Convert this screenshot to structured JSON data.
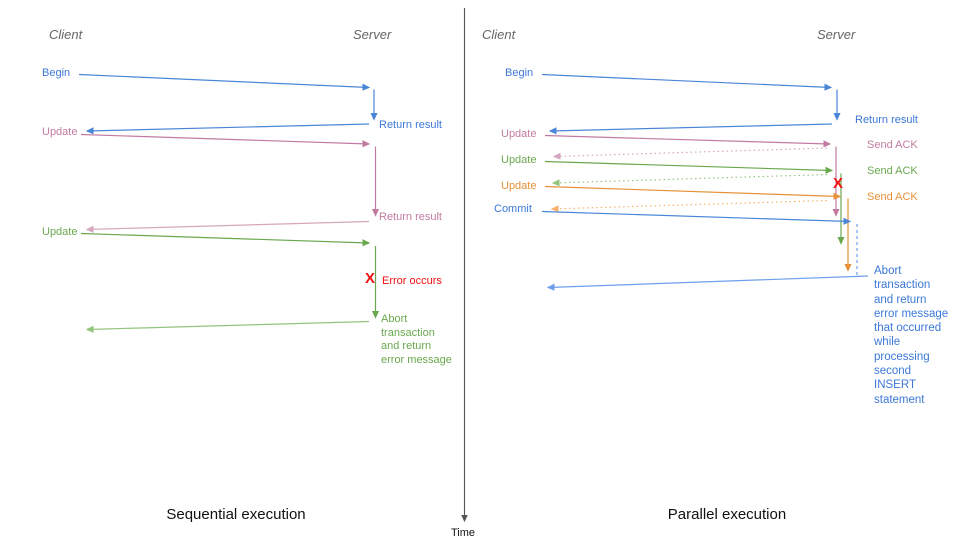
{
  "colors": {
    "blue_text": "#3c78d8",
    "blue_line": "#4a86d8",
    "blue_light": "#6d9eeb",
    "pink": "#c27ba0",
    "pink_light": "#d5a6bd",
    "green": "#6aa84f",
    "green_light": "#93c47d",
    "orange": "#e69138",
    "orange_light": "#f6b26b",
    "red": "#f01010",
    "header_gray": "#666666",
    "axis_gray": "#555555"
  },
  "time_axis_label": "Time",
  "left": {
    "caption": "Sequential execution",
    "client_header": "Client",
    "server_header": "Server",
    "labels": {
      "begin": "Begin",
      "return_result_1": "Return result",
      "update_1": "Update",
      "return_result_2": "Return result",
      "update_2": "Update",
      "error_mark": "X",
      "error_occurs": "Error occurs",
      "abort": "Abort\ntransaction\nand return\nerror message"
    }
  },
  "right": {
    "caption": "Parallel execution",
    "client_header": "Client",
    "server_header": "Server",
    "labels": {
      "begin": "Begin",
      "return_result": "Return result",
      "update_1": "Update",
      "send_ack_1": "Send ACK",
      "update_2": "Update",
      "send_ack_2": "Send ACK",
      "update_3": "Update",
      "send_ack_3": "Send ACK",
      "commit": "Commit",
      "error_mark": "X",
      "abort": "Abort\ntransaction\nand return\nerror message\nthat occurred\nwhile\nprocessing\nsecond\nINSERT\nstatement"
    }
  }
}
